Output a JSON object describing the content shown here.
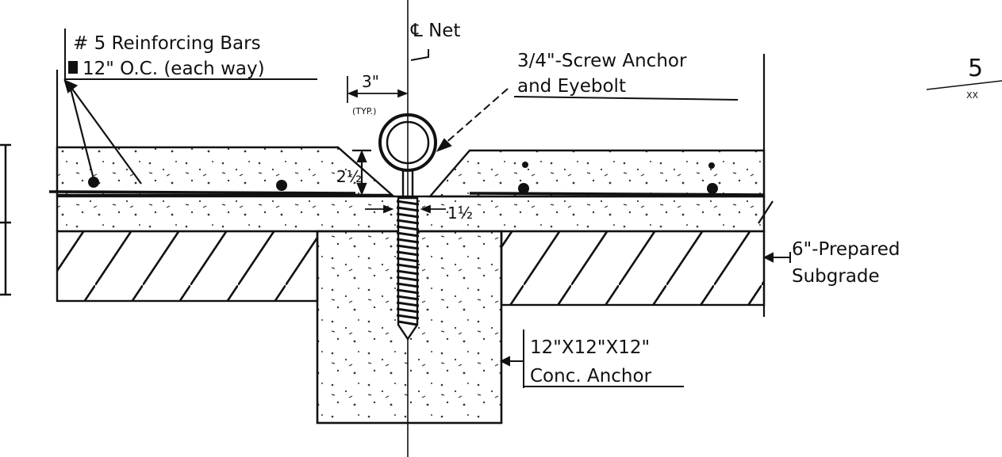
{
  "labels": {
    "rebar_line1": "# 5 Reinforcing Bars",
    "rebar_line2": "12\" O.C. (each way)",
    "centerline": "℄ Net",
    "spacing": "3\"",
    "spacing_typ": "(TYP.)",
    "thickness": "2½",
    "gap": "1½",
    "anchor_line1": "3/4\"-Screw Anchor",
    "anchor_line2": "and Eyebolt",
    "subgrade_line1": "6\"-Prepared",
    "subgrade_line2": "Subgrade",
    "block_line1": "12\"X12\"X12\"",
    "block_line2": "Conc. Anchor",
    "corner_mark": "5"
  },
  "colors": {
    "ink": "#111111",
    "paper": "#ffffff"
  }
}
